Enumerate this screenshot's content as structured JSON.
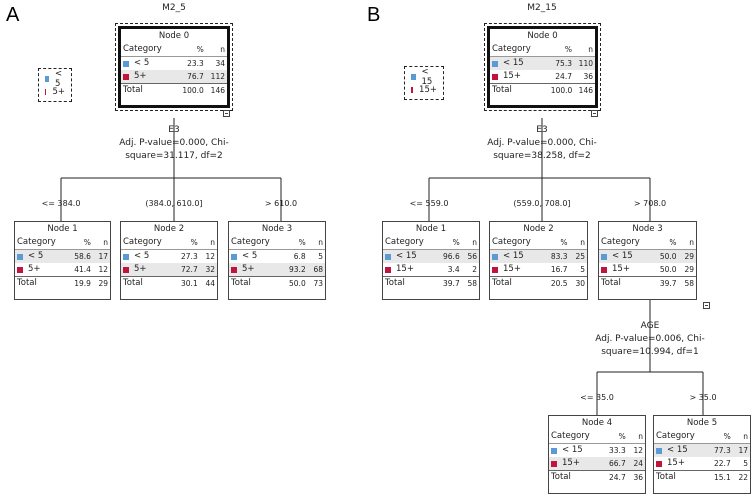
{
  "colors": {
    "blue": "#5b9bd5",
    "red": "#c0143c"
  },
  "panels": [
    {
      "letter": "A",
      "title": "M2_5",
      "legend": [
        {
          "label": "< 5",
          "color": "#5b9bd5"
        },
        {
          "label": "5+",
          "color": "#c0143c"
        }
      ],
      "headers": {
        "category": "Category",
        "pct": "%",
        "n": "n"
      },
      "root": {
        "title": "Node 0",
        "rows": [
          {
            "label": "< 5",
            "pct": "23.3",
            "n": "34"
          },
          {
            "label": "5+",
            "pct": "76.7",
            "n": "112"
          }
        ],
        "total": {
          "label": "Total",
          "pct": "100.0",
          "n": "146"
        }
      },
      "split": {
        "variable": "E3",
        "line1": "Adj. P-value=0.000, Chi-",
        "line2": "square=31.117, df=2"
      },
      "children": [
        {
          "branch": "<= 384.0",
          "title": "Node 1",
          "rows": [
            {
              "label": "< 5",
              "pct": "58.6",
              "n": "17"
            },
            {
              "label": "5+",
              "pct": "41.4",
              "n": "12"
            }
          ],
          "total": {
            "label": "Total",
            "pct": "19.9",
            "n": "29"
          }
        },
        {
          "branch": "(384.0, 610.0]",
          "title": "Node 2",
          "rows": [
            {
              "label": "< 5",
              "pct": "27.3",
              "n": "12"
            },
            {
              "label": "5+",
              "pct": "72.7",
              "n": "32"
            }
          ],
          "total": {
            "label": "Total",
            "pct": "30.1",
            "n": "44"
          }
        },
        {
          "branch": "> 610.0",
          "title": "Node 3",
          "rows": [
            {
              "label": "< 5",
              "pct": "6.8",
              "n": "5"
            },
            {
              "label": "5+",
              "pct": "93.2",
              "n": "68"
            }
          ],
          "total": {
            "label": "Total",
            "pct": "50.0",
            "n": "73"
          }
        }
      ]
    },
    {
      "letter": "B",
      "title": "M2_15",
      "legend": [
        {
          "label": "< 15",
          "color": "#5b9bd5"
        },
        {
          "label": "15+",
          "color": "#c0143c"
        }
      ],
      "headers": {
        "category": "Category",
        "pct": "%",
        "n": "n"
      },
      "root": {
        "title": "Node 0",
        "rows": [
          {
            "label": "< 15",
            "pct": "75.3",
            "n": "110"
          },
          {
            "label": "15+",
            "pct": "24.7",
            "n": "36"
          }
        ],
        "total": {
          "label": "Total",
          "pct": "100.0",
          "n": "146"
        }
      },
      "split": {
        "variable": "E3",
        "line1": "Adj. P-value=0.000, Chi-",
        "line2": "square=38.258, df=2"
      },
      "children": [
        {
          "branch": "<= 559.0",
          "title": "Node 1",
          "rows": [
            {
              "label": "< 15",
              "pct": "96.6",
              "n": "56"
            },
            {
              "label": "15+",
              "pct": "3.4",
              "n": "2"
            }
          ],
          "total": {
            "label": "Total",
            "pct": "39.7",
            "n": "58"
          }
        },
        {
          "branch": "(559.0, 708.0]",
          "title": "Node 2",
          "rows": [
            {
              "label": "< 15",
              "pct": "83.3",
              "n": "25"
            },
            {
              "label": "15+",
              "pct": "16.7",
              "n": "5"
            }
          ],
          "total": {
            "label": "Total",
            "pct": "20.5",
            "n": "30"
          }
        },
        {
          "branch": "> 708.0",
          "title": "Node 3",
          "rows": [
            {
              "label": "< 15",
              "pct": "50.0",
              "n": "29"
            },
            {
              "label": "15+",
              "pct": "50.0",
              "n": "29"
            }
          ],
          "total": {
            "label": "Total",
            "pct": "39.7",
            "n": "58"
          }
        }
      ],
      "split2": {
        "variable": "AGE",
        "line1": "Adj. P-value=0.006, Chi-",
        "line2": "square=10.994, df=1"
      },
      "grandchildren": [
        {
          "branch": "<= 35.0",
          "title": "Node 4",
          "rows": [
            {
              "label": "< 15",
              "pct": "33.3",
              "n": "12"
            },
            {
              "label": "15+",
              "pct": "66.7",
              "n": "24"
            }
          ],
          "total": {
            "label": "Total",
            "pct": "24.7",
            "n": "36"
          }
        },
        {
          "branch": "> 35.0",
          "title": "Node 5",
          "rows": [
            {
              "label": "< 15",
              "pct": "77.3",
              "n": "17"
            },
            {
              "label": "15+",
              "pct": "22.7",
              "n": "5"
            }
          ],
          "total": {
            "label": "Total",
            "pct": "15.1",
            "n": "22"
          }
        }
      ]
    }
  ]
}
